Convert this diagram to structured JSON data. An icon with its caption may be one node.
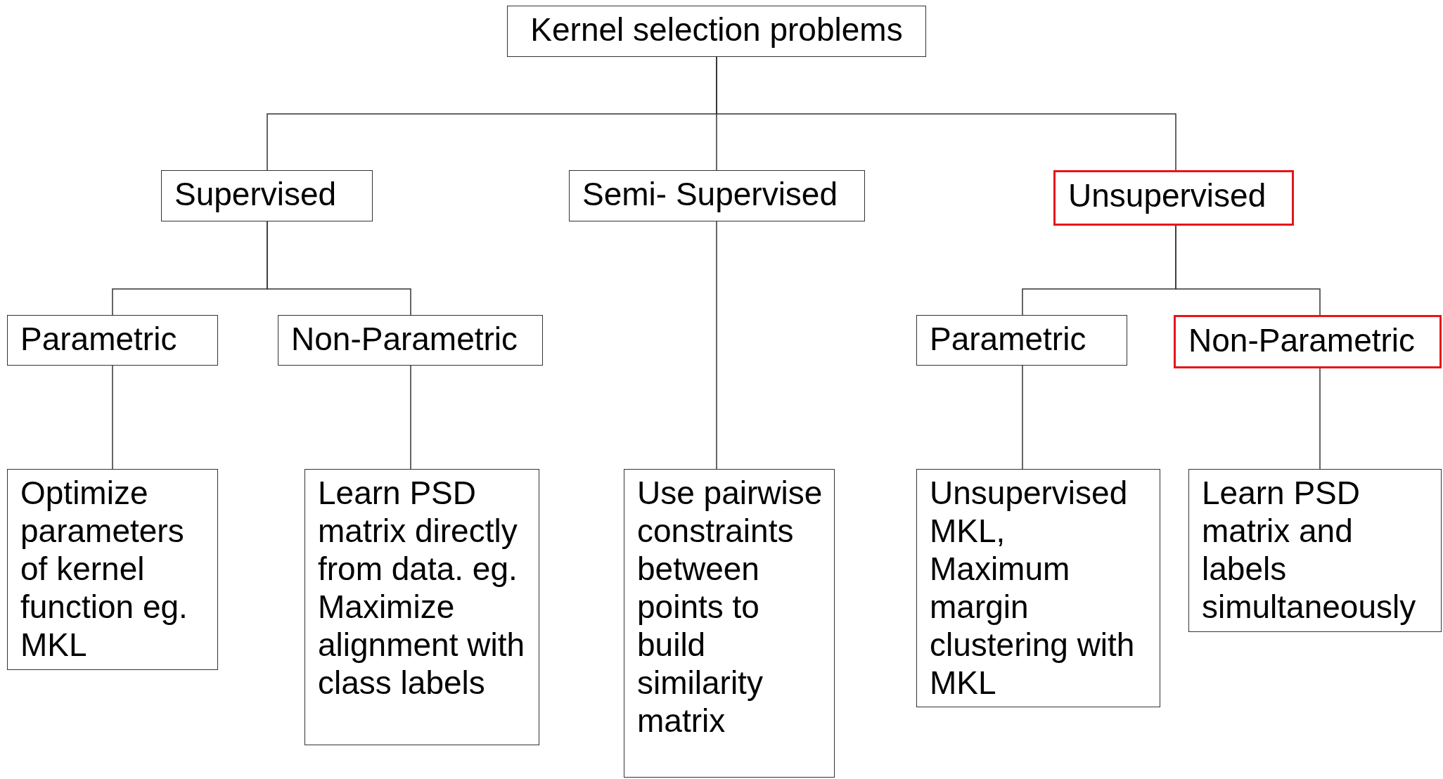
{
  "diagram": {
    "nodes": [
      {
        "text": [
          "Kernel selection problems"
        ]
      },
      {
        "text": [
          "Supervised"
        ]
      },
      {
        "text": [
          "Semi- Supervised"
        ]
      },
      {
        "text": [
          "Unsupervised"
        ]
      },
      {
        "text": [
          "Parametric"
        ]
      },
      {
        "text": [
          "Non-Parametric"
        ]
      },
      {
        "text": [
          "Parametric"
        ]
      },
      {
        "text": [
          "Non-Parametric"
        ]
      },
      {
        "text": [
          "Optimize parameters of kernel function eg. MKL"
        ]
      },
      {
        "text": [
          "Learn PSD matrix directly from data. eg. Maximize alignment with class labels"
        ]
      },
      {
        "text": [
          "Use pairwise constraints between points to build similarity matrix"
        ]
      },
      {
        "text": [
          "Unsupervised MKL, Maximum margin clustering with MKL"
        ]
      },
      {
        "text": [
          "Learn PSD matrix and labels simultaneously"
        ]
      }
    ],
    "edges": [
      {
        "from": 0,
        "to": 1,
        "arrow": "none"
      },
      {
        "from": 0,
        "to": 2,
        "arrow": "none"
      },
      {
        "from": 0,
        "to": 3,
        "arrow": "none"
      },
      {
        "from": 1,
        "to": 4,
        "arrow": "none"
      },
      {
        "from": 1,
        "to": 5,
        "arrow": "none"
      },
      {
        "from": 3,
        "to": 6,
        "arrow": "none"
      },
      {
        "from": 3,
        "to": 7,
        "arrow": "none"
      },
      {
        "from": 4,
        "to": 8,
        "arrow": "none"
      },
      {
        "from": 5,
        "to": 9,
        "arrow": "none"
      },
      {
        "from": 2,
        "to": 10,
        "arrow": "none"
      },
      {
        "from": 6,
        "to": 11,
        "arrow": "none"
      },
      {
        "from": 7,
        "to": 12,
        "arrow": "none"
      }
    ]
  }
}
